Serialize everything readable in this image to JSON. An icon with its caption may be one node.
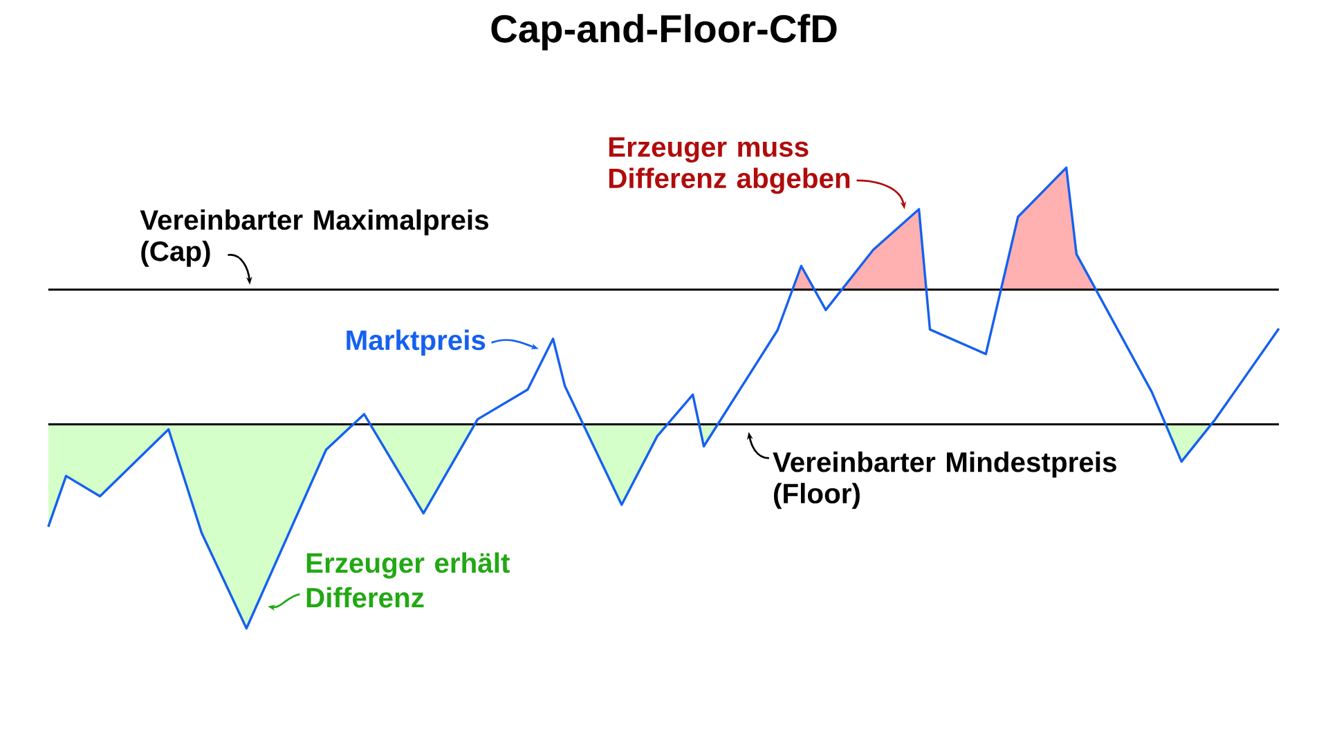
{
  "diagram": {
    "title": "Cap-and-Floor-CfD",
    "nodes": [
      {
        "text": [
          "Vereinbarter Maximalpreis (Cap)"
        ]
      },
      {
        "text": [
          "Marktpreis"
        ]
      },
      {
        "text": [
          "Vereinbarter Mindestpreis (Floor)"
        ]
      },
      {
        "text": [
          "Erzeuger erhält Differenz"
        ]
      },
      {
        "text": [
          "Erzeuger muss Differenz abgeben"
        ]
      }
    ],
    "edges": [
      {
        "from": 0,
        "to": null,
        "arrow": "to"
      },
      {
        "from": 1,
        "to": null,
        "arrow": "to",
        "color": "#1560f0"
      },
      {
        "from": 2,
        "to": null,
        "arrow": "to"
      },
      {
        "from": 3,
        "to": null,
        "arrow": "to",
        "color": "#22a814"
      },
      {
        "from": 4,
        "to": null,
        "arrow": "to",
        "color": "#b00c0c"
      }
    ]
  }
}
